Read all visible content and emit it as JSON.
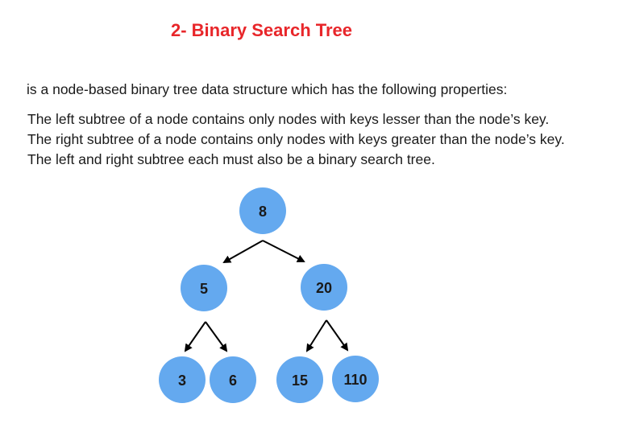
{
  "heading": "2- Binary Search Tree",
  "intro": "is a node-based binary tree data structure which has the following properties:",
  "properties": [
    "The left subtree of a node contains only nodes with keys lesser than the node’s key.",
    "The right subtree of a node contains only nodes with keys greater than the node’s key.",
    "The left and right subtree each must also be a binary search tree."
  ],
  "tree": {
    "node_color": "#64a9ef",
    "nodes": [
      "8",
      "5",
      "20",
      "3",
      "6",
      "15",
      "110"
    ],
    "edges": [
      [
        "8",
        "5"
      ],
      [
        "8",
        "20"
      ],
      [
        "5",
        "3"
      ],
      [
        "5",
        "6"
      ],
      [
        "20",
        "15"
      ],
      [
        "20",
        "110"
      ]
    ]
  }
}
